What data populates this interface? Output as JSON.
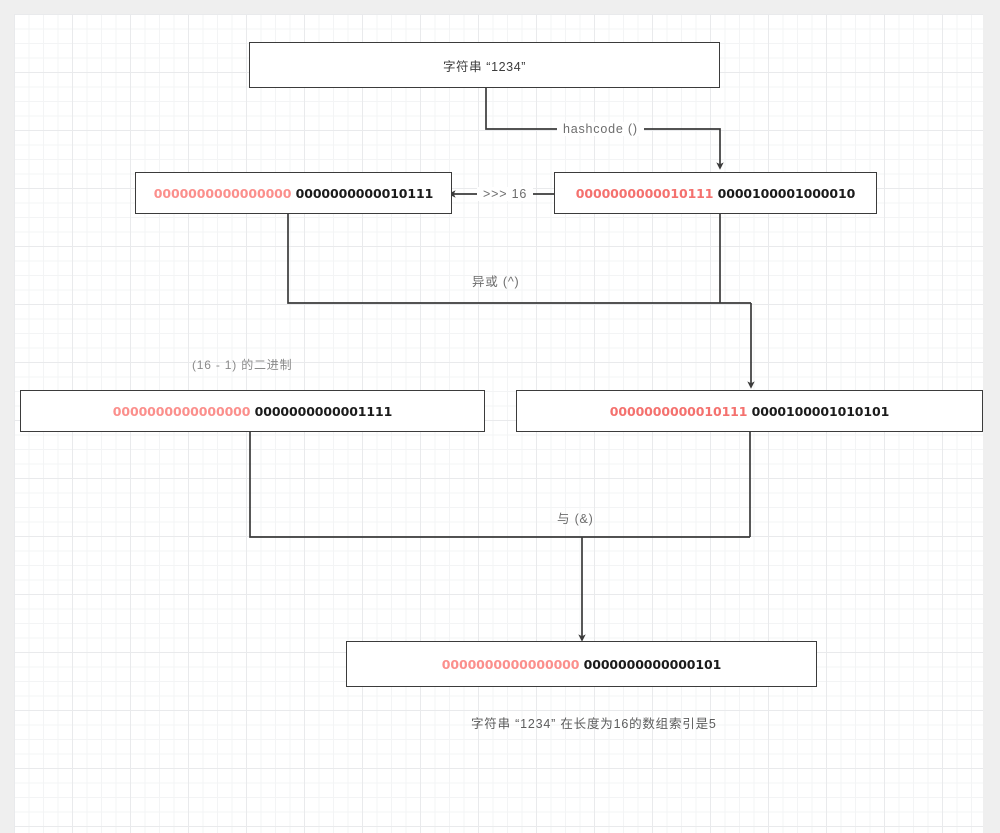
{
  "diagram": {
    "type": "flowchart",
    "title_node": {
      "label": "字符串 “1234”"
    },
    "nodes": [
      {
        "id": "hash-raw",
        "name": "hashcode-value",
        "high_bits": "0000000000010111",
        "low_bits": "0000100001000010"
      },
      {
        "id": "hash-shifted",
        "name": "hashcode-shifted-right-16",
        "high_bits": "0000000000000000",
        "low_bits": "0000000000010111"
      },
      {
        "id": "mask",
        "name": "table-length-minus-one",
        "high_bits": "0000000000000000",
        "low_bits": "0000000000001111"
      },
      {
        "id": "xor-result",
        "name": "xor-result",
        "high_bits": "0000000000010111",
        "low_bits": "0000100001010101"
      },
      {
        "id": "and-result",
        "name": "and-result-index",
        "high_bits": "0000000000000000",
        "low_bits": "0000000000000101"
      }
    ],
    "edges": [
      {
        "id": "hashcode",
        "label": "hashcode ()"
      },
      {
        "id": "shift",
        "label": ">>> 16"
      },
      {
        "id": "xor",
        "label": "异或 (^)"
      },
      {
        "id": "and",
        "label": "与 (&)"
      }
    ],
    "annotations": [
      {
        "id": "mask-note",
        "label": "(16 - 1) 的二进制"
      },
      {
        "id": "conclusion",
        "label": "字符串 “1234” 在长度为16的数组索引是5"
      }
    ],
    "colors": {
      "high_bits": "#f4716e",
      "low_bits": "#1b1b1b",
      "stroke": "#3b3b3b",
      "label": "#6d6d6d",
      "canvas": "#ffffff",
      "page": "#efefef"
    }
  }
}
